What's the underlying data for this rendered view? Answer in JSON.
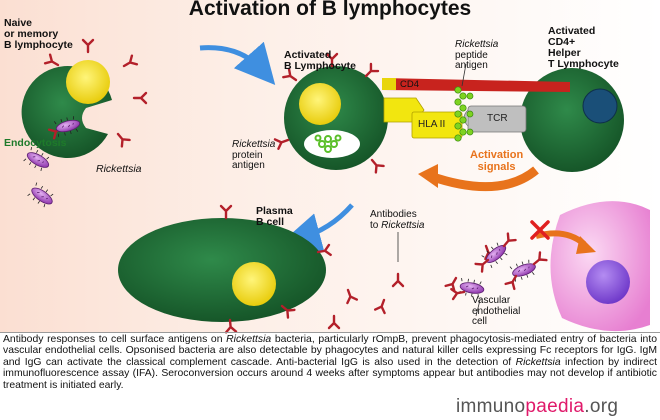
{
  "title": "Activation of B lymphocytes",
  "labels": {
    "naive_line1": "Naive",
    "naive_line2": "or memory",
    "naive_line3": "B lymphocyte",
    "endocytosis": "Endocytosis",
    "rickettsia_left": "Rickettsia",
    "activated_b_line1": "Activated",
    "activated_b_line2": "B Lymphocyte",
    "rick_peptide_line1": "Rickettsia",
    "rick_peptide_line2": "peptide",
    "rick_peptide_line3": "antigen",
    "activated_cd4_line1": "Activated",
    "activated_cd4_line2": "CD4+",
    "activated_cd4_line3": "Helper",
    "activated_cd4_line4": "T Lymphocyte",
    "cd4": "CD4",
    "hla": "HLA II",
    "tcr": "TCR",
    "rick_protein_line1": "Rickettsia",
    "rick_protein_line2": "protein",
    "rick_protein_line3": "antigen",
    "activation_line1": "Activation",
    "activation_line2": "signals",
    "plasma_line1": "Plasma",
    "plasma_line2": "B cell",
    "antibodies_line1": "Antibodies",
    "antibodies_line2_prefix": "to ",
    "antibodies_line2_italic": "Rickettsia",
    "vascular_line1": "Vascular",
    "vascular_line2": "endothelial",
    "vascular_line3": "cell"
  },
  "caption": {
    "p1": "Antibody responses to cell surface antigens on ",
    "p2": "Rickettsia",
    "p3": " bacteria, particularly rOmpB, prevent phagocytosis-mediated entry of bacteria into vascular endothelial cells. Opsonised bacteria are also detectable by phagocytes and natural killer cells expressing Fc receptors for IgG. IgM and IgG can activate the classical complement cascade. Anti-bacterial IgG is also used in the detection of ",
    "p4": "Rickettsia",
    "p5": " infection by indirect immunofluorescence assay (IFA). Seroconversion occurs around 4 weeks after symptoms appear but antibodies may not develop if antibiotic treatment is initiated early."
  },
  "brand": {
    "part1": "immuno",
    "part2": "paedia",
    "part3": ".org"
  },
  "colors": {
    "cell_green": "#1e6b35",
    "nucleus_yellow": "#f5e31a",
    "t_nucleus": "#1a4f78",
    "receptor_red": "#b3202a",
    "bacteria_purple": "#9c3bb8",
    "activation_orange": "#e8731c",
    "cd4_bar": "#c8231e",
    "hla_yellow": "#f2e60f",
    "peptide_green": "#7ed321",
    "endothelial_pink": "#f2a2e0",
    "endothelial_nucleus": "#8a4fd6",
    "arrow_blue": "#3f8fe0",
    "cross_red": "#e02020",
    "background_tint": "#fbe9e1"
  }
}
